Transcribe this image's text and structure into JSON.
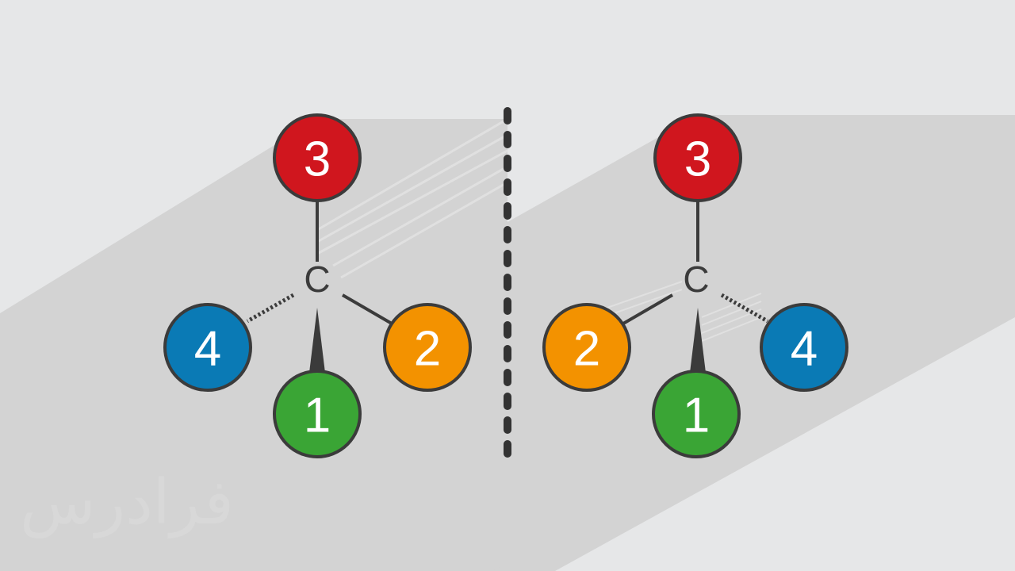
{
  "background_color": "#e6e7e8",
  "shadow_color": "#d3d3d3",
  "bond_color": "#3b3b3b",
  "colors": {
    "priority_1": "#3aa535",
    "priority_2": "#f39200",
    "priority_3": "#d0161e",
    "priority_4": "#0a7ab5",
    "outline": "#3b3b3b"
  },
  "left_molecule": {
    "center": "C",
    "top": "3",
    "left": "4",
    "right": "2",
    "bottom": "1"
  },
  "right_molecule": {
    "center": "C",
    "top": "3",
    "left": "2",
    "right": "4",
    "bottom": "1"
  },
  "mirror_plane": {
    "style": "dashed"
  },
  "watermark": {
    "text": "فرادرس"
  }
}
